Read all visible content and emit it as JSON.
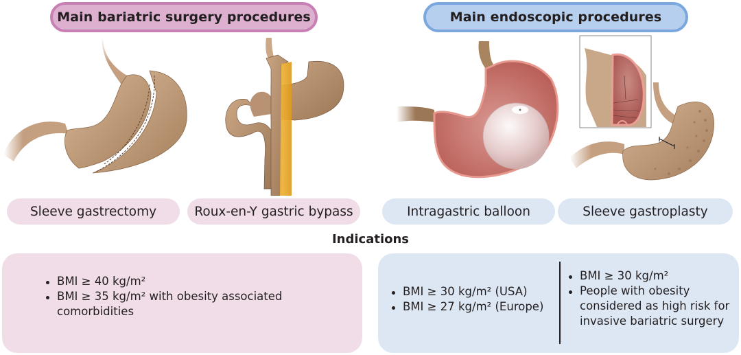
{
  "headers": {
    "surgery": "Main bariatric surgery procedures",
    "endoscopic": "Main endoscopic procedures"
  },
  "procedures": {
    "surgery": [
      {
        "label": "Sleeve gastrectomy",
        "illustration": "sleeve-gastrectomy-stomach"
      },
      {
        "label": "Roux-en-Y gastric bypass",
        "illustration": "gastric-bypass-stomach"
      }
    ],
    "endoscopic": [
      {
        "label": "Intragastric balloon",
        "illustration": "intragastric-balloon-stomach"
      },
      {
        "label": "Sleeve gastroplasty",
        "illustration": "sleeve-gastroplasty-stomach"
      }
    ]
  },
  "indications": {
    "heading": "Indications",
    "surgery": [
      "BMI ≥ 40 kg/m²",
      "BMI ≥ 35 kg/m² with obesity associated comorbidities"
    ],
    "balloon": [
      "BMI ≥ 30 kg/m² (USA)",
      "BMI ≥ 27 kg/m² (Europe)"
    ],
    "gastroplasty": [
      "BMI ≥ 30 kg/m²",
      "People with obesity considered as high risk for invasive bariatric surgery"
    ]
  },
  "colors": {
    "surgery_accent": "#c77fb4",
    "surgery_fill": "#ddb0d0",
    "surgery_light": "#f0dde8",
    "endoscopic_accent": "#7aa8de",
    "endoscopic_fill": "#b6cfee",
    "endoscopic_light": "#dde7f4",
    "tissue": "#c09a78",
    "mucosa": "#c9706a",
    "bypass_limb": "#e9a928"
  }
}
